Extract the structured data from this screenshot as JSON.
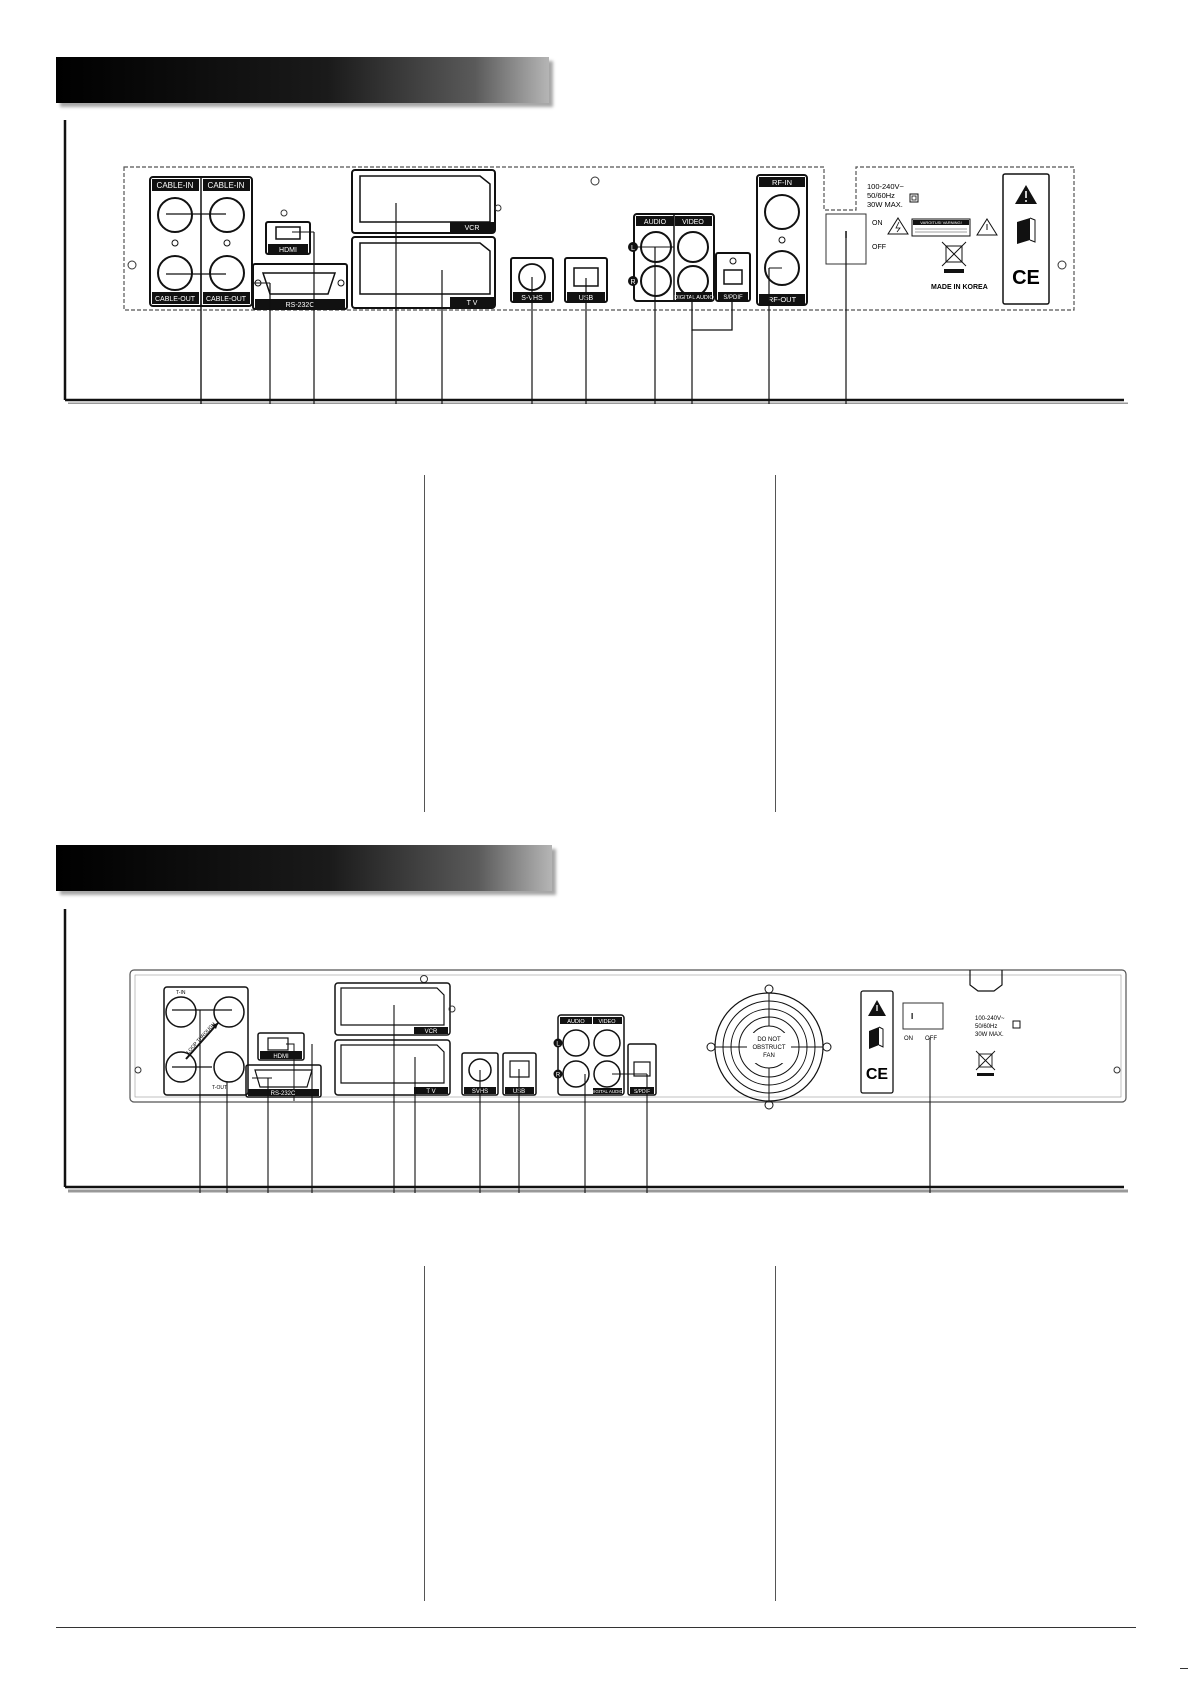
{
  "panel1": {
    "labels": {
      "cable_in_1": "CABLE-IN",
      "cable_in_2": "CABLE-IN",
      "cable_out_1": "CABLE-OUT",
      "cable_out_2": "CABLE-OUT",
      "hdmi": "HDMI",
      "rs232c": "RS-232C",
      "vcr": "VCR",
      "tv": "T V",
      "svhs": "S-VHS",
      "usb": "USB",
      "audio": "AUDIO",
      "video": "VIDEO",
      "l": "L",
      "r": "R",
      "digital_audio": "DIGITAL AUDIO",
      "spdif": "S/PDIF",
      "rf_in": "RF-IN",
      "rf_out": "RF-OUT",
      "switch_mark": "I",
      "on": "ON",
      "off": "OFF",
      "power_line1": "100-240V~",
      "power_line2": "50/60Hz",
      "power_line3": "30W MAX.",
      "warning": "VAROITUS! VARNING!",
      "made_in": "MADE IN KOREA",
      "ce": "CE"
    }
  },
  "panel2": {
    "labels": {
      "t_in": "T-IN",
      "loop_through": "LOOP THROUGH",
      "t_out": "T-OUT",
      "hdmi": "HDMI",
      "rs232c": "RS-232C",
      "vcr": "VCR",
      "tv": "T V",
      "svhs": "SVHS",
      "usb": "USB",
      "audio": "AUDIO",
      "video": "VIDEO",
      "l": "L",
      "r": "R",
      "digital_audio": "DIGITAL AUDIO",
      "spdif": "S/PDIF",
      "fan_line1": "DO NOT",
      "fan_line2": "OBSTRUCT",
      "fan_line3": "FAN",
      "switch_mark": "I",
      "on": "ON",
      "off": "OFF",
      "power_line1": "100-240V~",
      "power_line2": "50/60Hz",
      "power_line3": "30W MAX.",
      "ce": "CE"
    }
  },
  "colors": {
    "ink": "#111111",
    "header_dark": "#000000",
    "header_light": "#b5b5b5"
  }
}
